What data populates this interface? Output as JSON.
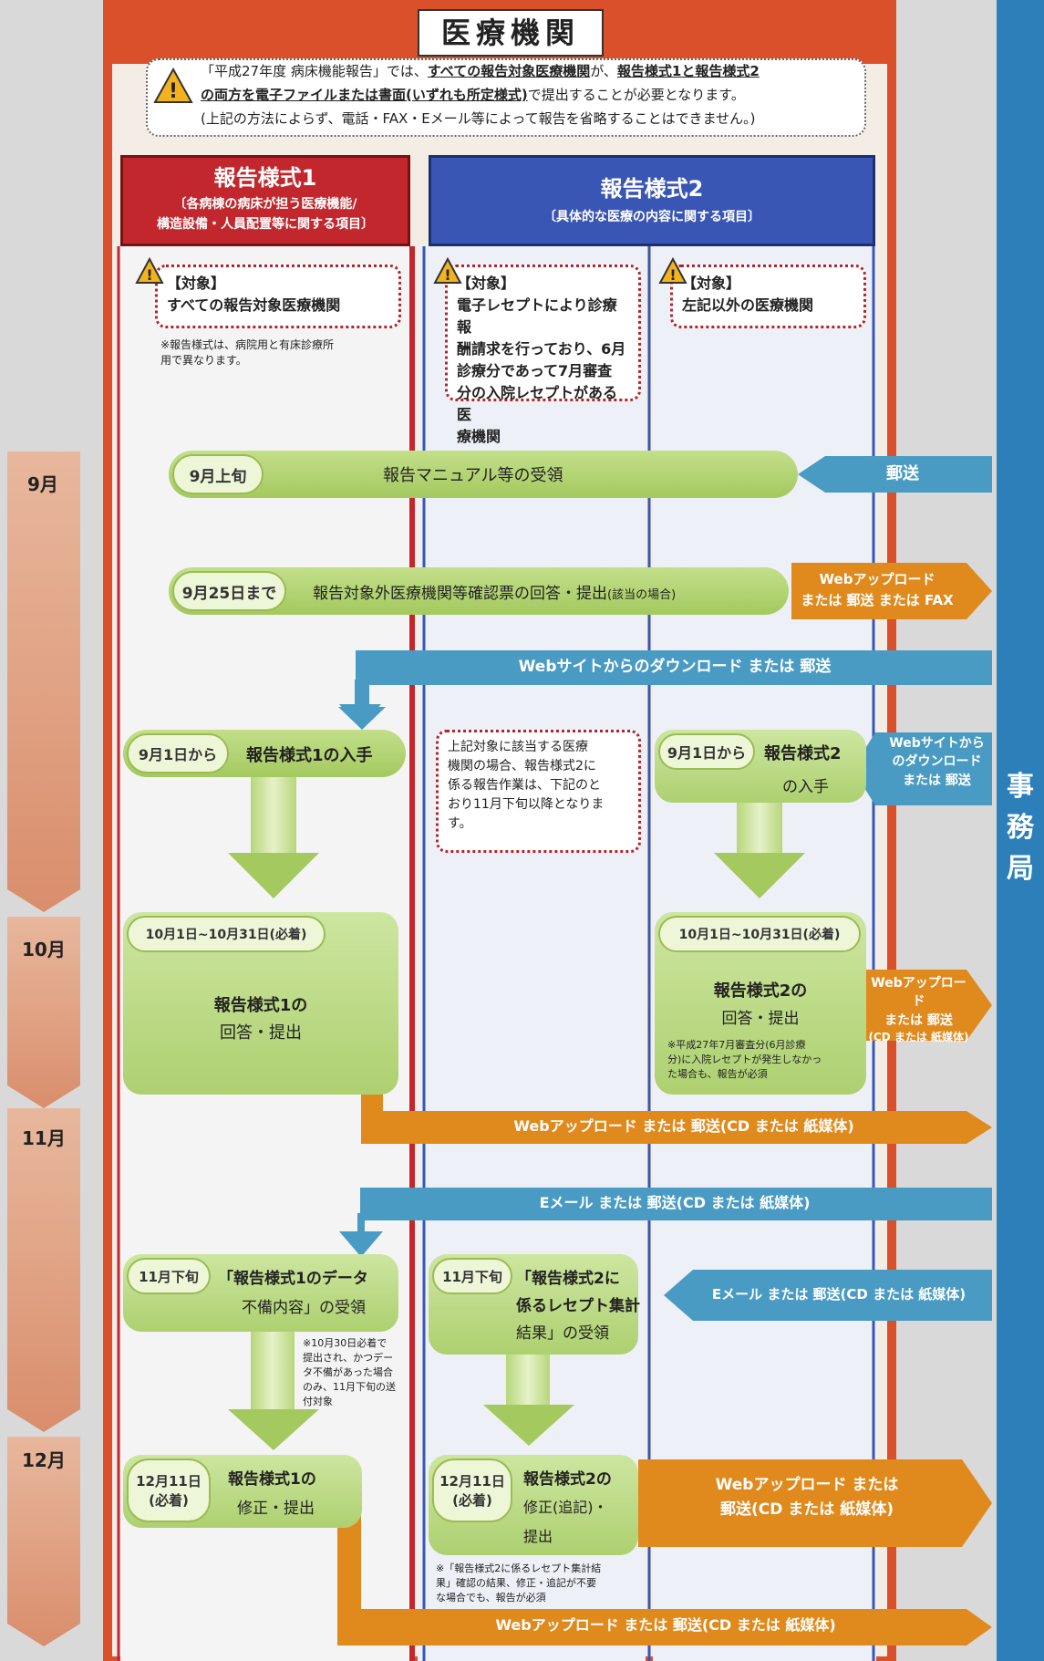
{
  "header": {
    "title": "医療機関",
    "warning_line1_a": "「平成27年度 病床機能報告」では、",
    "warning_line1_b": "すべての報告対象医療機関",
    "warning_line1_c": "が、",
    "warning_line1_d": "報告様式1と報告様式2",
    "warning_line2_a": "の両方を電子ファイルまたは書面(いずれも所定様式)",
    "warning_line2_b": "で提出することが必要となります。",
    "warning_line3": "(上記の方法によらず、電話・FAX・Eメール等によって報告を省略することはできません。)"
  },
  "columns": {
    "form1_title": "報告様式1",
    "form1_sub1": "〔各病棟の病床が担う医療機能/",
    "form1_sub2": "構造設備・人員配置等に関する項目〕",
    "form2_title": "報告様式2",
    "form2_sub": "〔具体的な医療の内容に関する項目〕"
  },
  "targets": {
    "t1_label": "【対象】",
    "t1_text": "すべての報告対象医療機関",
    "t1_note1": "※報告様式は、病院用と有床診療所",
    "t1_note2": "用で異なります。",
    "t2_label": "【対象】",
    "t2_l1": "電子レセプトにより診療報",
    "t2_l2": "酬請求を行っており、6月",
    "t2_l3": "診療分であって7月審査",
    "t2_l4": "分の入院レセプトがある医",
    "t2_l5": "療機関",
    "t3_label": "【対象】",
    "t3_text": "左記以外の医療機関"
  },
  "months": {
    "sep": "9月",
    "oct": "10月",
    "nov": "11月",
    "dec": "12月"
  },
  "office": {
    "c1": "事",
    "c2": "務",
    "c3": "局"
  },
  "steps": {
    "s1_date": "9月上旬",
    "s1_text": "報告マニュアル等の受領",
    "s1_arrow": "郵送",
    "s2_date": "9月25日まで",
    "s2_text": "報告対象外医療機関等確認票の回答・提出",
    "s2_paren": "(該当の場合)",
    "s2_arrow1": "Webアップロード",
    "s2_arrow2": "または 郵送 または FAX",
    "s3_arrow": "Webサイトからのダウンロード または 郵送",
    "s4_date": "9月1日から",
    "s4_text": "報告様式1の入手",
    "s4_note1": "上記対象に該当する医療",
    "s4_note2": "機関の場合、報告様式2に",
    "s4_note3": "係る報告作業は、下記のと",
    "s4_note4": "おり11月下旬以降となりま",
    "s4_note5": "す。",
    "s5_date": "9月1日から",
    "s5_text1": "報告様式2",
    "s5_text2": "の入手",
    "s5_arrow1": "Webサイトから",
    "s5_arrow2": "のダウンロード",
    "s5_arrow3": "または 郵送",
    "s6_date": "10月1日~10月31日(必着)",
    "s6_text1": "報告様式1の",
    "s6_text2": "回答・提出",
    "s7_date": "10月1日~10月31日(必着)",
    "s7_text1": "報告様式2の",
    "s7_text2": "回答・提出",
    "s7_note1": "※平成27年7月審査分(6月診療",
    "s7_note2": "分)に入院レセプトが発生しなかっ",
    "s7_note3": "た場合も、報告が必須",
    "s7_arrow1": "Webアップロード",
    "s7_arrow2": "または 郵送",
    "s7_arrow3": "(CD または 紙媒体)",
    "s8_arrow": "Webアップロード または 郵送(CD または 紙媒体)",
    "s9_arrow": "Eメール または 郵送(CD または 紙媒体)",
    "s10_date": "11月下旬",
    "s10_text1": "「報告様式1のデータ",
    "s10_text2": "不備内容」の受領",
    "s10_note1": "※10月30日必着で",
    "s10_note2": "提出され、かつデー",
    "s10_note3": "タ不備があった場合",
    "s10_note4": "のみ、11月下旬の送",
    "s10_note5": "付対象",
    "s11_date": "11月下旬",
    "s11_text1": "「報告様式2に",
    "s11_text2": "係るレセプト集計",
    "s11_text3": "結果」の受領",
    "s11_arrow": "Eメール または 郵送(CD または 紙媒体)",
    "s12_date1": "12月11日",
    "s12_date2": "(必着)",
    "s12_text1": "報告様式1の",
    "s12_text2": "修正・提出",
    "s13_date1": "12月11日",
    "s13_date2": "(必着)",
    "s13_text1": "報告様式2の",
    "s13_text2": "修正(追記)・",
    "s13_text3": "提出",
    "s13_note1": "※「報告様式2に係るレセプト集計結",
    "s13_note2": "果」確認の結果、修正・追記が不要",
    "s13_note3": "な場合でも、報告が必須",
    "s13_arrow1": "Webアップロード または",
    "s13_arrow2": "郵送(CD または 紙媒体)",
    "s14_arrow": "Webアップロード または 郵送(CD または 紙媒体)"
  },
  "colors": {
    "frame": "#d9502a",
    "form1": "#c1272d",
    "form2": "#3a56b5",
    "office": "#2c7fb8",
    "orange_arrow": "#e08a1e",
    "blue_arrow": "#4a9bc4",
    "green": "#a4c95f"
  }
}
